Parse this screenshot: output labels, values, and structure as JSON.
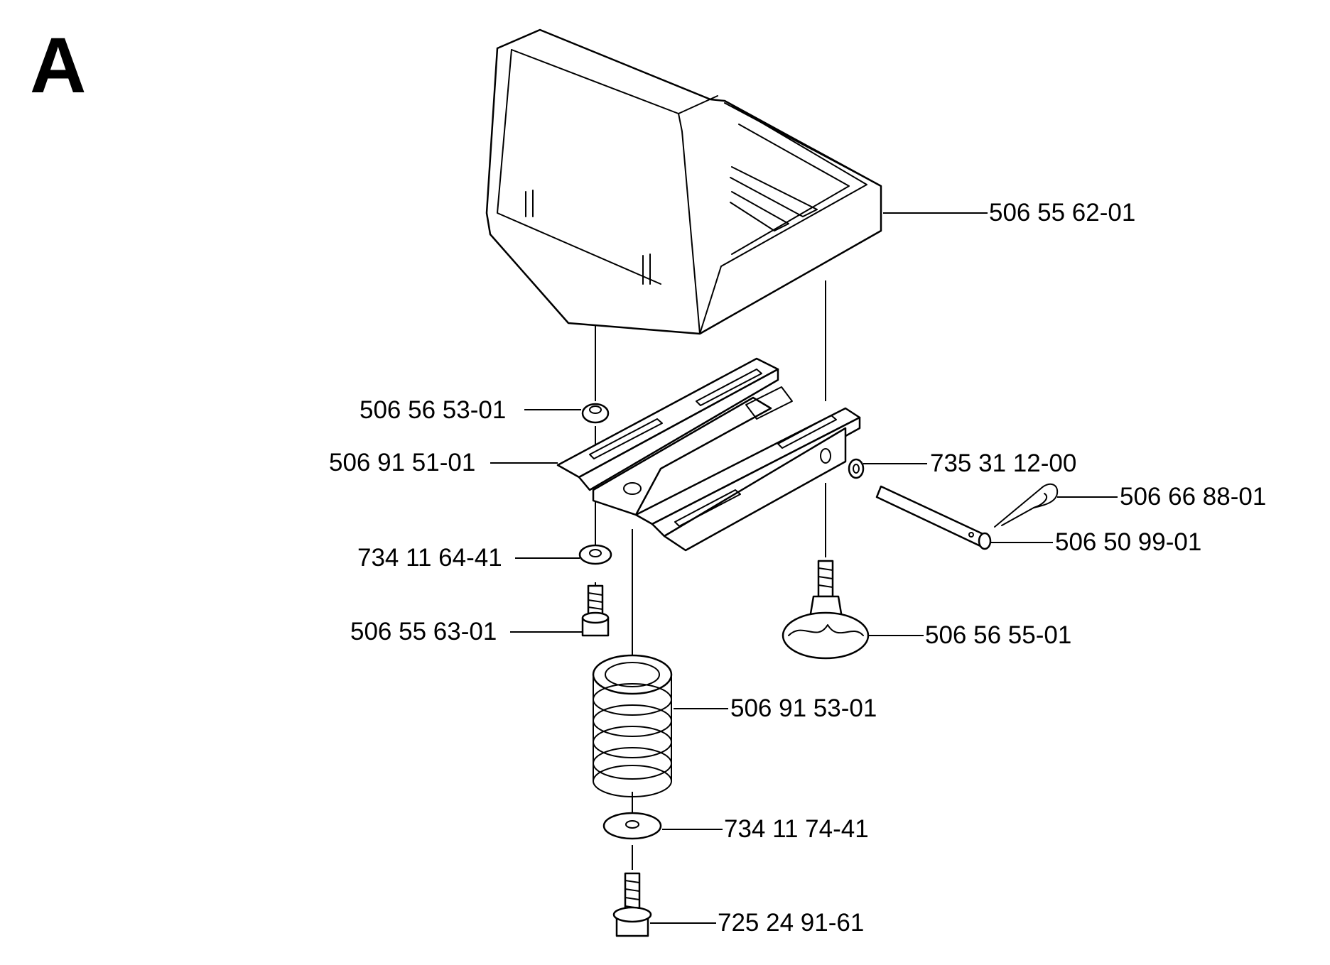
{
  "section_letter": "A",
  "parts": [
    {
      "id": "seat",
      "label": "506 55 62-01"
    },
    {
      "id": "rubber-cap",
      "label": "506 56 53-01"
    },
    {
      "id": "bracket",
      "label": "506 91 51-01"
    },
    {
      "id": "washer-small",
      "label": "734 11 64-41"
    },
    {
      "id": "bolt-small",
      "label": "506 55 63-01"
    },
    {
      "id": "spring",
      "label": "506 91 53-01"
    },
    {
      "id": "washer-large",
      "label": "734 11 74-41"
    },
    {
      "id": "bolt-large",
      "label": "725 24 91-61"
    },
    {
      "id": "lock-washer",
      "label": "735 31 12-00"
    },
    {
      "id": "hair-pin",
      "label": "506 66 88-01"
    },
    {
      "id": "pin",
      "label": "506 50 99-01"
    },
    {
      "id": "knob",
      "label": "506 56 55-01"
    }
  ]
}
